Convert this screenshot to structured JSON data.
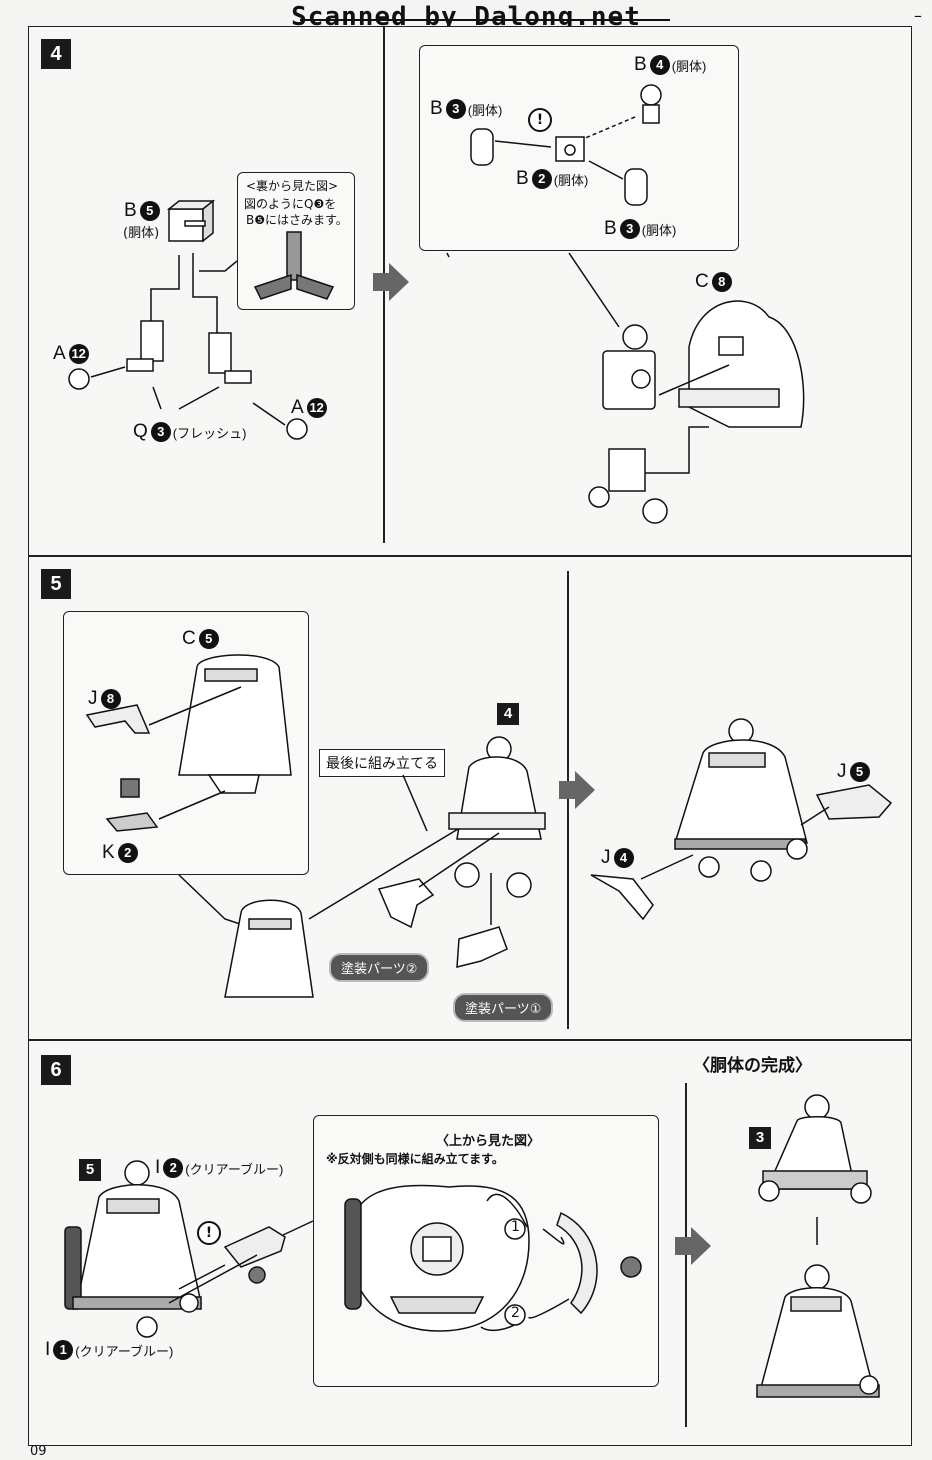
{
  "header": {
    "banner": "Scanned by Dalong.net",
    "corner_mark": "–"
  },
  "page_number": "09",
  "step4": {
    "number": "4",
    "left": {
      "b5": {
        "letter": "B",
        "num": "5",
        "note": "(胴体)"
      },
      "a12_left": {
        "letter": "A",
        "num": "12"
      },
      "a12_right": {
        "letter": "A",
        "num": "12"
      },
      "q3": {
        "letter": "Q",
        "num": "3",
        "note": "(フレッシュ)"
      },
      "callout_title": "<裏から見た図>",
      "callout_line1": "図のようにQ❸を",
      "callout_line2": "B❺にはさみます。"
    },
    "right": {
      "b4": {
        "letter": "B",
        "num": "4",
        "note": "(胴体)"
      },
      "b3_top": {
        "letter": "B",
        "num": "3",
        "note": "(胴体)"
      },
      "b2": {
        "letter": "B",
        "num": "2",
        "note": "(胴体)"
      },
      "b3_bottom": {
        "letter": "B",
        "num": "3",
        "note": "(胴体)"
      },
      "c8": {
        "letter": "C",
        "num": "8"
      }
    }
  },
  "step5": {
    "number": "5",
    "c5": {
      "letter": "C",
      "num": "5"
    },
    "j8": {
      "letter": "J",
      "num": "8"
    },
    "k2": {
      "letter": "K",
      "num": "2"
    },
    "ref_badge": "4",
    "assemble_last": "最後に組み立てる",
    "paint2": "塗装パーツ②",
    "paint1": "塗装パーツ①",
    "j5": {
      "letter": "J",
      "num": "5"
    },
    "j4": {
      "letter": "J",
      "num": "4"
    }
  },
  "step6": {
    "number": "6",
    "ref_badge": "5",
    "i2": {
      "letter": "I",
      "num": "2",
      "note": "(クリアーブルー)"
    },
    "i1": {
      "letter": "I",
      "num": "1",
      "note": "(クリアーブルー)"
    },
    "callout_title": "〈上から見た図〉",
    "callout_note": "※反対側も同様に組み立てます。",
    "order1": "1",
    "order2": "2",
    "completed_title": "〈胴体の完成〉",
    "completed_badge": "3"
  },
  "colors": {
    "ink": "#111111",
    "paper": "#f4f4f2",
    "arrow_gray": "#666666"
  },
  "icons": [
    "exclamation-icon",
    "right-arrow-icon",
    "ball-joint-icon",
    "torso-part-icon"
  ]
}
